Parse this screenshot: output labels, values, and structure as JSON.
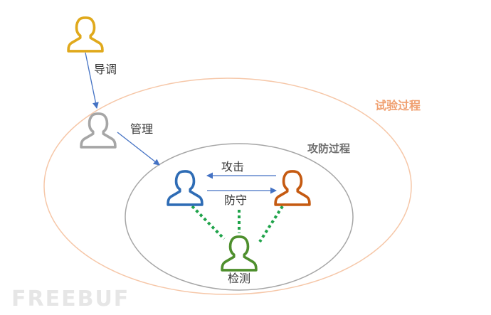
{
  "labels": {
    "director": "导调",
    "management": "管理",
    "attack": "攻击",
    "defense": "防守",
    "detection": "检测",
    "experiment_process": "试验过程",
    "attack_defense_process": "攻防过程"
  },
  "watermark": "FREEBUF",
  "colors": {
    "director": "#e0a91c",
    "management": "#a6a6a6",
    "defender": "#2e6cb5",
    "attacker": "#c55a11",
    "detector": "#4e8f2d",
    "arrow": "#4472c4",
    "dotted": "#1fa34a",
    "outer_ellipse": "#f6c7a8",
    "inner_ellipse": "#a6a6a6"
  }
}
